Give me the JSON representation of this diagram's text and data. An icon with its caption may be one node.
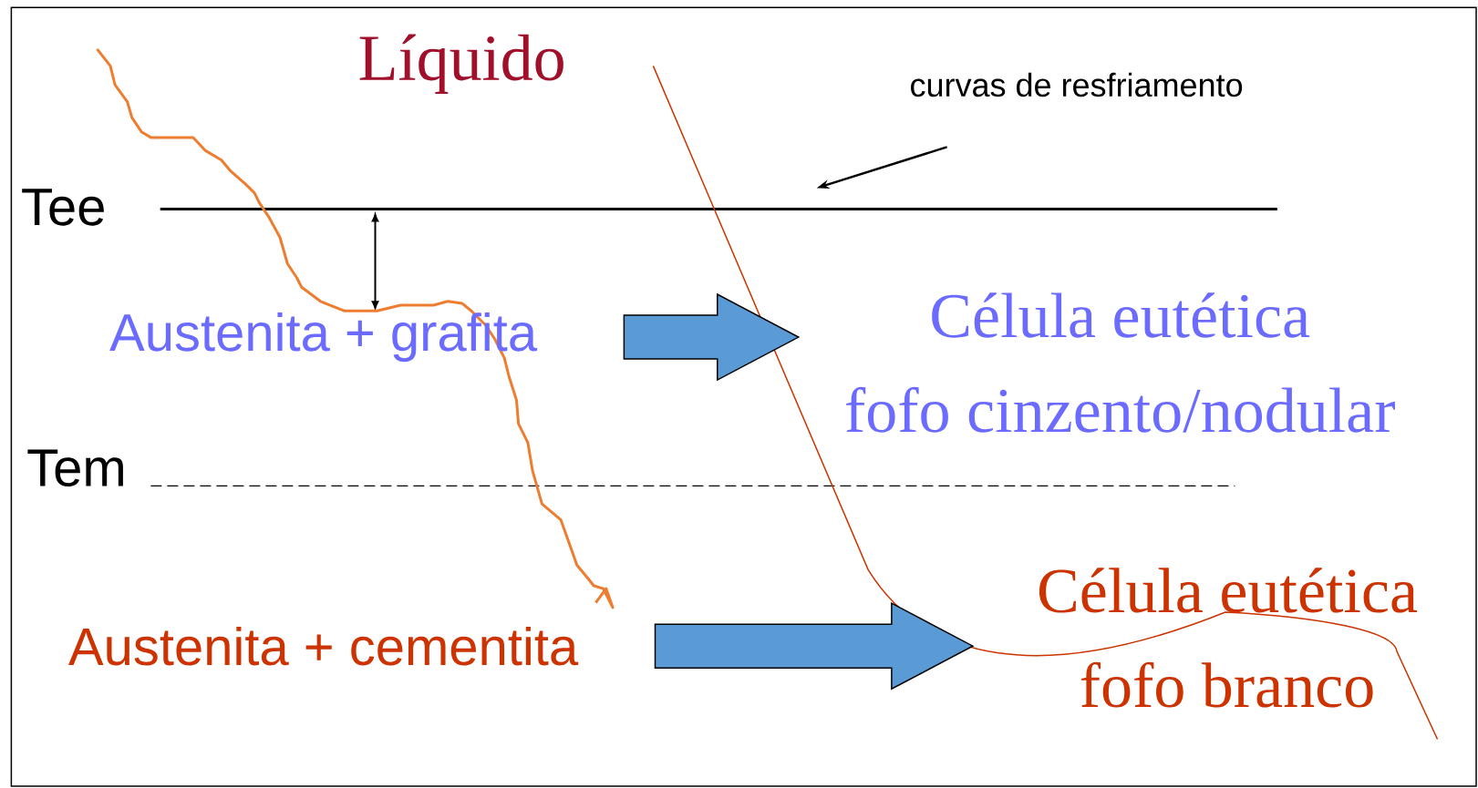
{
  "diagram": {
    "nodes": [
      {
        "text": [
          "Austenita + grafita"
        ]
      },
      {
        "text": [
          "Célula eutética",
          "fofo cinzento/nodular"
        ]
      },
      {
        "text": [
          "Austenita + cementita"
        ]
      },
      {
        "text": [
          "Célula eutética",
          "fofo branco"
        ]
      },
      {
        "text": [
          "curvas de resfriamento"
        ]
      }
    ],
    "edges": [
      {
        "from": 0,
        "to": 1,
        "arrow": "to"
      },
      {
        "from": 2,
        "to": 3,
        "arrow": "to"
      },
      {
        "from": 4,
        "to": null,
        "arrow": "to"
      }
    ],
    "labels": [
      "Líquido",
      "Tee",
      "Tem"
    ]
  }
}
